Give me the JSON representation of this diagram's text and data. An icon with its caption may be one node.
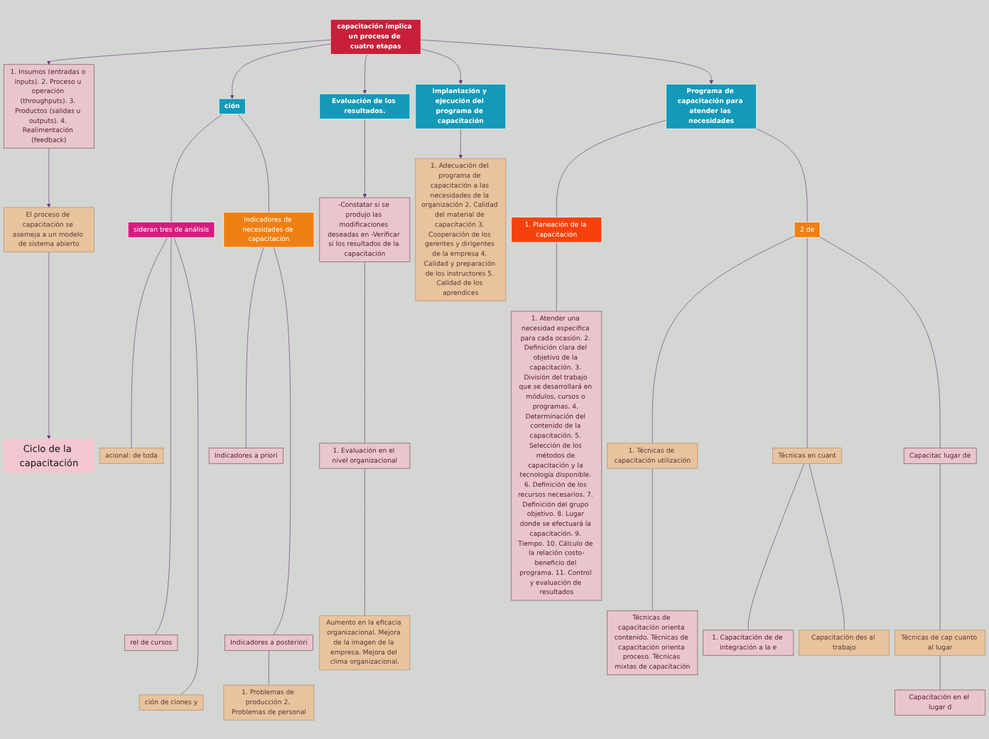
{
  "diagram": {
    "nodes": [
      {
        "text": [
          "capacitación implica un proceso de cuatro etapas"
        ]
      },
      {
        "text": [
          "1. Insumos (entradas o inputs). 2. Proceso u operación (throughputs). 3. Productos (salidas u outputs). 4. Realimentación (feedback)"
        ]
      },
      {
        "text": [
          "El proceso de capacitación se asemeja a un modelo de sistema abierto"
        ]
      },
      {
        "text": [
          "Ciclo de la capacitación"
        ]
      },
      {
        "text": [
          "ción"
        ]
      },
      {
        "text": [
          "sideran tres de análisis"
        ]
      },
      {
        "text": [
          "acional: de toda"
        ]
      },
      {
        "text": [
          "rel de cursos"
        ]
      },
      {
        "text": [
          "ción de ciones y"
        ]
      },
      {
        "text": [
          "Indicadores de necesidades de capacitación"
        ]
      },
      {
        "text": [
          "Indicadores a priori"
        ]
      },
      {
        "text": [
          "Indicadores a posteriori"
        ]
      },
      {
        "text": [
          "1. Problemas de producción 2. Problemas de personal"
        ]
      },
      {
        "text": [
          "Evaluación de los resultados."
        ]
      },
      {
        "text": [
          "-Constatar si se produjo las modificaciones deseadas en -Verificar si los resultados de la capacitación"
        ]
      },
      {
        "text": [
          "1. Evaluación en el nivel organizacional"
        ]
      },
      {
        "text": [
          "Aumento en la eficacia organizacional. Mejora de la imagen de la empresa. Mejora del clima organizacional."
        ]
      },
      {
        "text": [
          "Implantación y ejecución del programa de capacitación"
        ]
      },
      {
        "text": [
          "1. Adecuación del programa de capacitación a las necesidades de la organización 2. Calidad del material de capacitación 3. Cooperación de los gerentes y dirigentes de la empresa 4. Calidad y preparación de los instructores 5. Calidad de los aprendices"
        ]
      },
      {
        "text": [
          "Programa de capacitación para atender las necesidades"
        ]
      },
      {
        "text": [
          "1. Planeación de la capacitación"
        ]
      },
      {
        "text": [
          "1. Atender una necesidad específica para cada ocasión. 2. Definición clara del objetivo de la capacitación. 3. División del trabajo que se desarrollará en módulos, cursos o programas. 4. Determinación del contenido de la capacitación. 5. Selección de los métodos de capacitación y la tecnología disponible. 6. Definición de los recursos necesarios. 7. Definición del grupo objetivo. 8. Lugar donde se efectuará la capacitación. 9. Tiempo. 10. Cálculo de la relación costo-beneficio del programa. 11. Control y evaluación de resultados"
        ]
      },
      {
        "text": [
          "2 de"
        ]
      },
      {
        "text": [
          "1. Técnicas de capacitación utilización"
        ]
      },
      {
        "text": [
          "Técnicas de capacitación orienta contenido. Técnicas de capacitación orienta proceso. Técnicas mixtas de capacitación"
        ]
      },
      {
        "text": [
          "Técnicas en cuant"
        ]
      },
      {
        "text": [
          "1. Capacitación de de integración a la e"
        ]
      },
      {
        "text": [
          "Capacitación des al trabajo"
        ]
      },
      {
        "text": [
          "Capacitac lugar de"
        ]
      },
      {
        "text": [
          "Técnicas de cap cuanto al lugar"
        ]
      },
      {
        "text": [
          "Capacitación en el lugar d"
        ]
      }
    ],
    "edges": [
      {
        "from": 0,
        "to": 1,
        "arrow": "to"
      },
      {
        "from": 1,
        "to": 2,
        "arrow": "to"
      },
      {
        "from": 2,
        "to": 3,
        "arrow": "to"
      },
      {
        "from": 0,
        "to": 4,
        "arrow": "to"
      },
      {
        "from": 4,
        "to": 5,
        "arrow": "none"
      },
      {
        "from": 5,
        "to": 6,
        "arrow": "none"
      },
      {
        "from": 5,
        "to": 7,
        "arrow": "none"
      },
      {
        "from": 5,
        "to": 8,
        "arrow": "none"
      },
      {
        "from": 4,
        "to": 9,
        "arrow": "none"
      },
      {
        "from": 9,
        "to": 10,
        "arrow": "none"
      },
      {
        "from": 9,
        "to": 11,
        "arrow": "none"
      },
      {
        "from": 11,
        "to": 12,
        "arrow": "none"
      },
      {
        "from": 0,
        "to": 13,
        "arrow": "to"
      },
      {
        "from": 13,
        "to": 14,
        "arrow": "to"
      },
      {
        "from": 14,
        "to": 15,
        "arrow": "none"
      },
      {
        "from": 15,
        "to": 16,
        "arrow": "none"
      },
      {
        "from": 0,
        "to": 17,
        "arrow": "to"
      },
      {
        "from": 17,
        "to": 18,
        "arrow": "to"
      },
      {
        "from": 0,
        "to": 19,
        "arrow": "to"
      },
      {
        "from": 19,
        "to": 20,
        "arrow": "none"
      },
      {
        "from": 20,
        "to": 21,
        "arrow": "none"
      },
      {
        "from": 19,
        "to": 22,
        "arrow": "none"
      },
      {
        "from": 22,
        "to": 23,
        "arrow": "none"
      },
      {
        "from": 23,
        "to": 24,
        "arrow": "none"
      },
      {
        "from": 22,
        "to": 25,
        "arrow": "none"
      },
      {
        "from": 25,
        "to": 26,
        "arrow": "none"
      },
      {
        "from": 25,
        "to": 27,
        "arrow": "none"
      },
      {
        "from": 22,
        "to": 28,
        "arrow": "none"
      },
      {
        "from": 28,
        "to": 29,
        "arrow": "none"
      },
      {
        "from": 29,
        "to": 30,
        "arrow": "none"
      }
    ]
  }
}
